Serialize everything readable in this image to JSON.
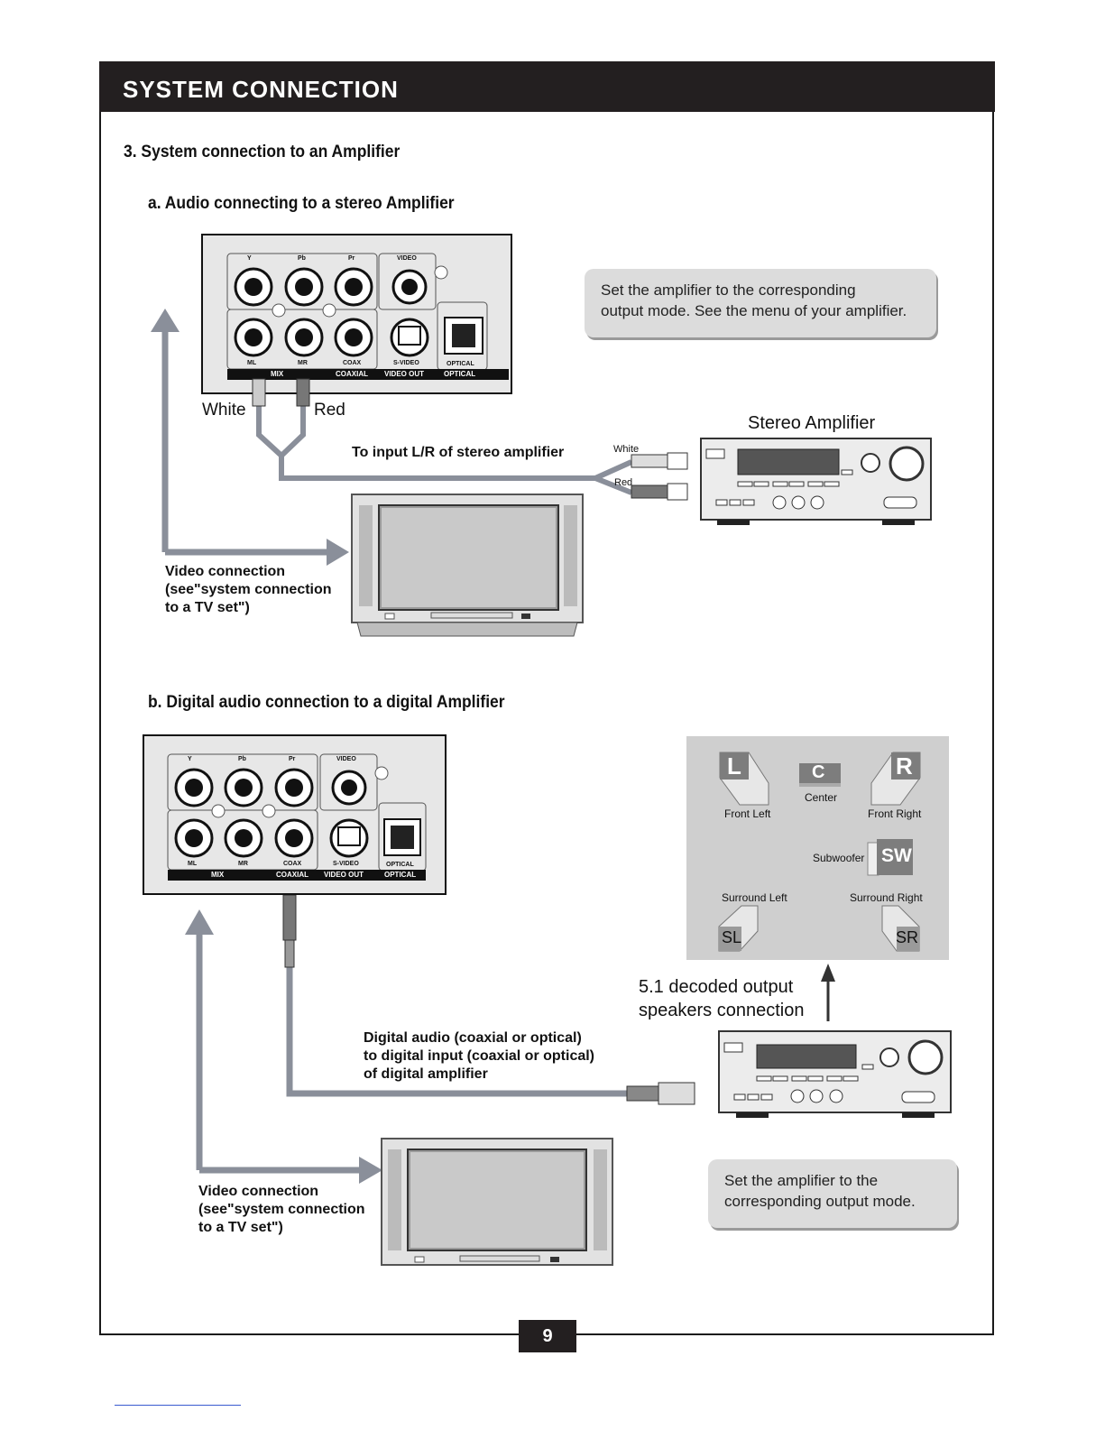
{
  "header": {
    "title": "SYSTEM CONNECTION"
  },
  "section3": {
    "title": "3. System connection to an  Amplifier"
  },
  "section_a": {
    "title": "a. Audio connecting to a stereo Amplifier",
    "note": [
      "Set the amplifier to the corresponding",
      "output mode. See the menu of your amplifier."
    ],
    "white_label": "White",
    "red_label": "Red",
    "amp_label": "Stereo Amplifier",
    "input_label": "To input L/R of stereo amplifier",
    "plug_white": "White",
    "plug_red": "Red",
    "video_connection": [
      "Video connection",
      "(see\"system connection",
      "to a TV set\")"
    ]
  },
  "section_b": {
    "title": "b. Digital audio connection to a digital Amplifier",
    "digital_label": [
      "Digital audio  (coaxial or optical)",
      "to digital input  (coaxial or optical)",
      "of digital amplifier"
    ],
    "decoded_label": [
      "5.1 decoded output",
      "speakers connection"
    ],
    "note": [
      "Set the amplifier to the",
      "corresponding output mode."
    ],
    "video_connection": [
      "Video connection",
      "(see\"system connection",
      "to a TV set\")"
    ]
  },
  "panel": {
    "jacks_top": [
      "Y",
      "Pb",
      "Pr",
      "VIDEO"
    ],
    "jacks_bottom": [
      "ML",
      "MR",
      "COAX",
      "S-VIDEO",
      "OPTICAL"
    ],
    "groups": [
      "MIX",
      "COAXIAL",
      "VIDEO OUT",
      "OPTICAL"
    ]
  },
  "speakers": {
    "front_left": {
      "letter": "L",
      "label": "Front Left"
    },
    "center": {
      "letter": "C",
      "label": "Center"
    },
    "front_right": {
      "letter": "R",
      "label": "Front Right"
    },
    "subwoofer": {
      "letter": "SW",
      "label": "Subwoofer"
    },
    "surround_left": {
      "letter": "SL",
      "label": "Surround Left"
    },
    "surround_right": {
      "letter": "SR",
      "label": "Surround Right"
    }
  },
  "page_number": "9"
}
